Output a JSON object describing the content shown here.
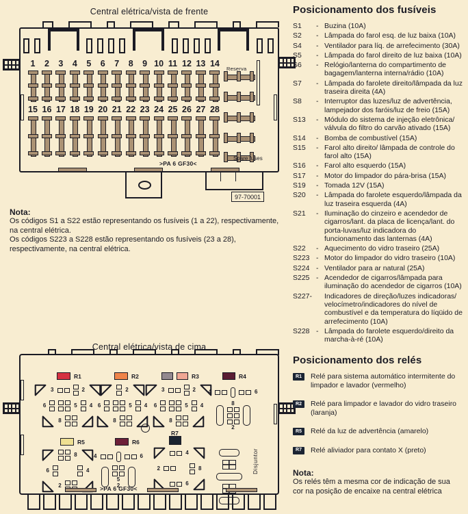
{
  "page": {
    "bg": "#f8edd1",
    "ink": "#1b1b24",
    "tan": "#ab9274",
    "badge_bg": "#1b2433"
  },
  "front_view": {
    "title": "Central elétrica/vista de frente",
    "reserva_label": "Reserva",
    "row1_numbers": [
      "1",
      "2",
      "3",
      "4",
      "5",
      "6",
      "7",
      "8",
      "9",
      "10",
      "11",
      "12",
      "13",
      "14"
    ],
    "row2_numbers": [
      "15",
      "16",
      "17",
      "18",
      "19",
      "20",
      "21",
      "22",
      "23",
      "24",
      "25",
      "26",
      "27",
      "28"
    ],
    "material_label": ">PA 6 GF30<",
    "spare_label": "Spare fuses",
    "part_number": "97-70001"
  },
  "front_note": {
    "label": "Nota:",
    "p1": "Os códigos S1 a S22 estão representando os fusíveis (1 a 22), respectivamente, na central elétrica.",
    "p2": "Os códigos S223 a S228 estão representando os fusíveis (23 a 28), respectivamente, na central elétrica."
  },
  "top_view": {
    "title": "Central elétrica/vista de cima",
    "material_label": ">PA 6 GF30<",
    "disjuntor_label": "Disjuntor",
    "relays": [
      {
        "id": "R1",
        "color": "#d53140"
      },
      {
        "id": "R2",
        "color": "#ef8449"
      },
      {
        "id": "R3",
        "color": "#93898f",
        "color2": "#f0a793"
      },
      {
        "id": "R4",
        "color": "#5a1d33"
      },
      {
        "id": "R5",
        "color": "#efe092"
      },
      {
        "id": "R6",
        "color": "#6d2038"
      },
      {
        "id": "R7",
        "color": "#1b2430"
      }
    ],
    "nums": {
      "g1": [
        "3",
        "2",
        "6",
        "5",
        "4",
        "8"
      ],
      "g2": [
        "2",
        "6",
        "5",
        "4",
        "8"
      ],
      "g3": [
        "3",
        "2",
        "6",
        "5",
        "4",
        "8"
      ],
      "g4": [
        "4",
        "6",
        "8",
        "2"
      ],
      "g5": [
        "8",
        "6",
        "4",
        "2"
      ],
      "g6": [
        "4",
        "6",
        "5",
        "2"
      ],
      "g7": [
        "4",
        "2",
        "8",
        "6"
      ]
    }
  },
  "fuse_section": {
    "heading": "Posicionamento dos fusíveis",
    "items": [
      {
        "code": "S1",
        "sep": "-",
        "desc": "Buzina (10A)"
      },
      {
        "code": "S2",
        "sep": "-",
        "desc": "Lâmpada do farol esq. de luz baixa (10A)"
      },
      {
        "code": "S4",
        "sep": "-",
        "desc": "Ventilador para líq. de arrefecimento (30A)"
      },
      {
        "code": "S5",
        "sep": "-",
        "desc": "Lâmpada do farol direito de luz baixa (10A)"
      },
      {
        "code": "S6",
        "sep": "-",
        "desc": "Relógio/lanterna do compartimento de bagagem/lanterna interna/rádio (10A)"
      },
      {
        "code": "S7",
        "sep": "-",
        "desc": "Lâmpada do farolete direito/lâmpada da luz traseira direita (4A)"
      },
      {
        "code": "S8",
        "sep": "-",
        "desc": "Interruptor das luzes/luz de advertência, lampejador dos faróis/luz de freio (15A)"
      },
      {
        "code": "S13",
        "sep": "-",
        "desc": "Módulo do sistema de injeção eletrônica/ válvula do filtro do carvão ativado (15A)"
      },
      {
        "code": "S14",
        "sep": "-",
        "desc": "Bomba de combustível (15A)"
      },
      {
        "code": "S15",
        "sep": "-",
        "desc": "Farol alto direito/ lâmpada de controle do farol alto (15A)"
      },
      {
        "code": "S16",
        "sep": "-",
        "desc": "Farol alto esquerdo (15A)"
      },
      {
        "code": "S17",
        "sep": "-",
        "desc": "Motor do limpador do pára-brisa (15A)"
      },
      {
        "code": "S19",
        "sep": "-",
        "desc": "Tomada 12V (15A)"
      },
      {
        "code": "S20",
        "sep": "-",
        "desc": "Lâmpada do farolete esquerdo/lâmpada da luz traseira esquerda (4A)"
      },
      {
        "code": "S21",
        "sep": "-",
        "desc": "Iluminação do cinzeiro e acendedor de cigarros/lant. da placa de licença/lant. do porta-luvas/luz indicadora do funcionamento das lanternas (4A)"
      },
      {
        "code": "S22",
        "sep": "-",
        "desc": "Aquecimento do vidro traseiro (25A)"
      },
      {
        "code": "S223",
        "sep": "-",
        "desc": "Motor do limpador do vidro traseiro (10A)"
      },
      {
        "code": "S224",
        "sep": "-",
        "desc": "Ventilador para ar natural (25A)"
      },
      {
        "code": "S225",
        "sep": "-",
        "desc": "Acendedor de cigarros/lâmpada para iluminação do acendedor de cigarros (10A)"
      },
      {
        "code": "S227-",
        "sep": "",
        "desc": "Indicadores de direção/luzes indicadoras/ velocímetro/indicadores do nível de combustível e da temperatura do líqüido de arrefecimento (10A)"
      },
      {
        "code": "S228",
        "sep": "-",
        "desc": "Lâmpada do farolete esquerdo/direito da marcha-à-ré (10A)"
      }
    ]
  },
  "relay_section": {
    "heading": "Posicionamento dos relés",
    "items": [
      {
        "badge": "R1",
        "desc": "Relé para sistema automático intermitente do limpador e lavador (vermelho)"
      },
      {
        "badge": "R2",
        "desc": "Relé para limpador e lavador do vidro traseiro (laranja)"
      },
      {
        "badge": "R5",
        "desc": "Relé da luz de advertência (amarelo)"
      },
      {
        "badge": "R7",
        "desc": "Relé aliviador para contato X (preto)"
      }
    ]
  },
  "relay_note": {
    "label": "Nota:",
    "text": "Os relés têm a mesma cor de indicação de sua cor na posição de encaixe na central elétrica"
  }
}
